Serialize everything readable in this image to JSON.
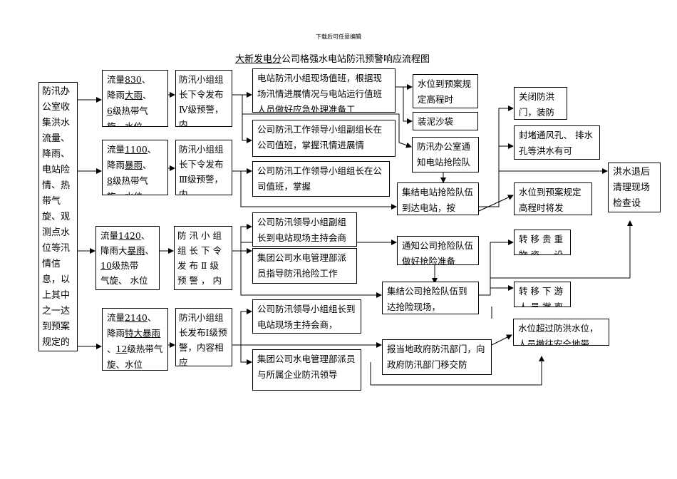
{
  "header": "下载后可任意编辑",
  "title": {
    "prefix": "大新发电分",
    "rest": "公司格强水电站防汛预警响应流程图"
  },
  "collect": "防汛办公室收集洪水流量、降雨、电站险情、热带气旋、观测点水位等汛情信息，以上其中之一达到预案规定的",
  "level4": {
    "cond": {
      "a": "流量",
      "b": "830",
      "c": "、",
      "d": "降雨",
      "e": "大雨",
      "f": "、",
      "g": "6",
      "h": "级热带气",
      "i": "旋、水位"
    },
    "alert": "防汛小组组长下令发布Ⅳ级预警，内",
    "r1": "电站防汛小组现场值班，根据现场汛情进展情况与电站运行值班人员做好应急处理准备工",
    "r2": "公司防汛工作领导小组副组长在公司值班，掌握汛情进展情"
  },
  "level3": {
    "cond": {
      "a": "流量",
      "b": "1100",
      "c": "、",
      "d": "降雨",
      "e": "暴雨",
      "f": "、",
      "g": "8",
      "h": "级热带气旋、",
      "i": "水位"
    },
    "alert": "防汛小组组长下令发布Ⅲ级预警，内",
    "r1": "公司防汛工作领导小组组长在公司值班，掌握"
  },
  "level2": {
    "cond": {
      "a": "流量",
      "b": "1420",
      "c": "、",
      "d": "降雨大",
      "e": "暴雨",
      "f": "、",
      "g": "10",
      "h": "级热带",
      "i": "气旋、 水位"
    },
    "alert": "防汛小组组长下令发布Ⅱ级预警，内",
    "r1": "公司防汛领导小组副组长到电站现场主持会商",
    "r2": "集团公司水电管理部派员指导防汛抢险工作"
  },
  "level1": {
    "cond": {
      "a": "流量",
      "b": "2140",
      "c": "、",
      "d": "降雨",
      "e": "特大暴雨",
      "f": "、",
      "g": "12",
      "h": "级热带气旋、",
      "i": "水位"
    },
    "alert": "防汛小组组长发布Ⅰ级预警，内容相应",
    "r1": "公司防汛领导小组组长到电站现场主持会商，",
    "r2": "集团公司水电管理部派员与所属企业防汛领导"
  },
  "mid": {
    "water_plan": "水位到预案规定高程时",
    "sandbag": "装泥沙袋",
    "notify_station": "防汛办公室通知电站抢险队",
    "gather_station": "集结电站抢险队伍到达电站，按",
    "notify_company": "通知公司抢险队伍做好抢险准备",
    "gather_company": "集结公司抢险队伍到达抢险现场，",
    "gov": "报当地政府防汛部门，向政府防汛部门移交防"
  },
  "right": {
    "close": "关闭防洪门，装防",
    "seal": "封堵通风孔、 排水孔等洪水有可",
    "water_plan2": "水位到预案规定高程时将发",
    "move_goods": "转移贵重物资、设",
    "move_people": "转移下游人员撤离",
    "over": "水位超过防洪水位，人员撤往安全地带",
    "end": "洪水退后清理现场检查设"
  }
}
